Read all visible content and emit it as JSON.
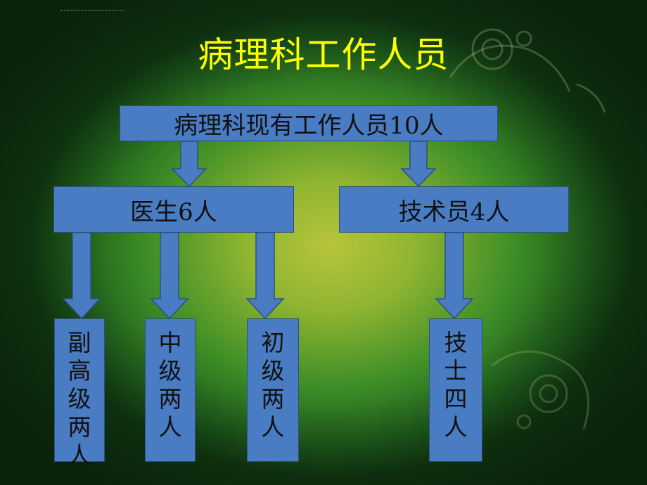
{
  "title": "病理科工作人员",
  "root": {
    "label": "病理科现有工作人员10人"
  },
  "level1": [
    {
      "label": "医生6人"
    },
    {
      "label": "技术员4人"
    }
  ],
  "level2": [
    {
      "label": "副高级两人",
      "chars": [
        "副",
        "高",
        "级",
        "两",
        "人"
      ]
    },
    {
      "label": "中级两人",
      "chars": [
        "中",
        "级",
        "两",
        "人"
      ]
    },
    {
      "label": "初级两人",
      "chars": [
        "初",
        "级",
        "两",
        "人"
      ]
    },
    {
      "label": "技士四人",
      "chars": [
        "技",
        "士",
        "四",
        "人"
      ]
    }
  ],
  "colors": {
    "title": "#ffff00",
    "box_fill": "#4a7cc4",
    "box_border": "#2e4f82",
    "arrow_fill": "#4a7cc4"
  }
}
